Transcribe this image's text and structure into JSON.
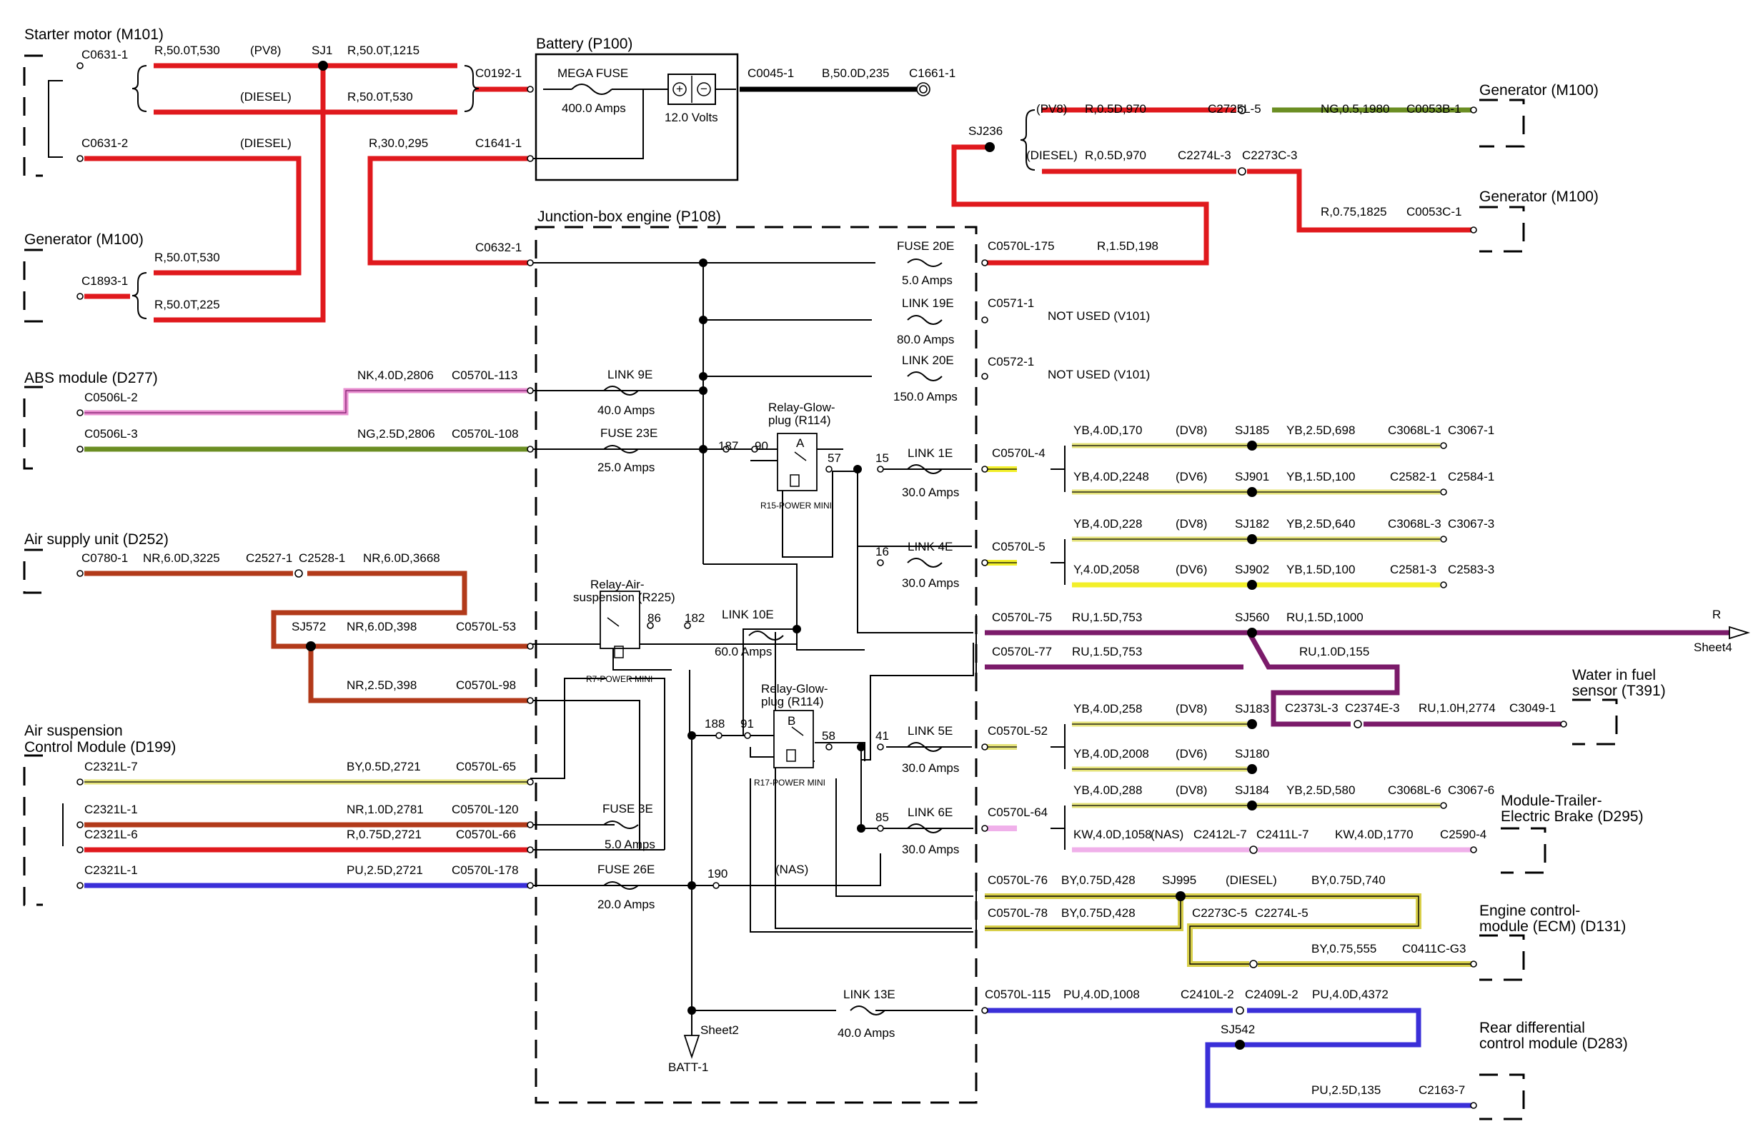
{
  "components": {
    "starter": "Starter motor (M101)",
    "generator_left": "Generator (M100)",
    "abs": "ABS module (D277)",
    "air_supply": "Air supply unit (D252)",
    "air_susp_1": "Air suspension",
    "air_susp_2": "Control Module (D199)",
    "battery": "Battery (P100)",
    "junction_box": "Junction-box engine (P108)",
    "generator_r1": "Generator (M100)",
    "generator_r2": "Generator (M100)",
    "water_1": "Water in fuel",
    "water_2": "sensor (T391)",
    "trailer_1": "Module-Trailer-",
    "trailer_2": "Electric Brake (D295)",
    "ecm_1": "Engine control-",
    "ecm_2": "module (ECM) (D131)",
    "rear_1": "Rear differential",
    "rear_2": "control module (D283)"
  },
  "left_labels": {
    "c0631_1": "C0631-1",
    "w_pv8": "R,50.0T,530",
    "pv8": "(PV8)",
    "sj1": "SJ1",
    "w_sj1": "R,50.0T,1215",
    "diesel1": "(DIESEL)",
    "w_diesel1": "R,50.0T,530",
    "c0192_1": "C0192-1",
    "c0631_2": "C0631-2",
    "diesel2": "(DIESEL)",
    "w_c1641": "R,30.0,295",
    "c1641_1": "C1641-1",
    "w_gen1": "R,50.0T,530",
    "c1893_1": "C1893-1",
    "w_gen2": "R,50.0T,225",
    "c0632_1": "C0632-1",
    "w_abs1": "NK,4.0D,2806",
    "c0570l_113": "C0570L-113",
    "c0506l_2": "C0506L-2",
    "c0506l_3": "C0506L-3",
    "w_abs2": "NG,2.5D,2806",
    "c0570l_108": "C0570L-108",
    "c0780_1": "C0780-1",
    "w_as1": "NR,6.0D,3225",
    "c2527": "C2527-1",
    "c2528": "C2528-1",
    "w_as2": "NR,6.0D,3668",
    "sj572": "SJ572",
    "w_as3": "NR,6.0D,398",
    "c0570l_53": "C0570L-53",
    "w_as4": "NR,2.5D,398",
    "c0570l_98": "C0570L-98",
    "c2321l_7": "C2321L-7",
    "w_s1": "BY,0.5D,2721",
    "c0570l_65": "C0570L-65",
    "c2321l_1a": "C2321L-1",
    "w_s2": "NR,1.0D,2781",
    "c0570l_120": "C0570L-120",
    "c2321l_6": "C2321L-6",
    "w_s3": "R,0.75D,2721",
    "c0570l_66": "C0570L-66",
    "c2321l_1b": "C2321L-1",
    "w_s4": "PU,2.5D,2721",
    "c0570l_178": "C0570L-178"
  },
  "battery": {
    "mega_fuse": "MEGA FUSE",
    "mega_amps": "400.0 Amps",
    "volts": "12.0 Volts",
    "c0045_1": "C0045-1",
    "w_batt": "B,50.0D,235",
    "c1661_1": "C1661-1"
  },
  "jbox": {
    "fuse20e": "FUSE 20E",
    "fuse20e_a": "5.0 Amps",
    "link19e": "LINK 19E",
    "link19e_a": "80.0 Amps",
    "link20e": "LINK 20E",
    "link20e_a": "150.0 Amps",
    "link9e": "LINK 9E",
    "link9e_a": "40.0 Amps",
    "fuse23e": "FUSE 23E",
    "fuse23e_a": "25.0 Amps",
    "relay_glow1_1": "Relay-Glow-",
    "relay_glow1_2": "plug (R114)",
    "r15": "R15-POWER MINI",
    "p187": "187",
    "p90": "90",
    "pa": "A",
    "p57": "57",
    "p15": "15",
    "link1e": "LINK 1E",
    "link1e_a": "30.0 Amps",
    "p16": "16",
    "link4e": "LINK 4E",
    "link4e_a": "30.0 Amps",
    "relay_air_1": "Relay-Air-",
    "relay_air_2": "suspension (R225)",
    "r7": "R7-POWER MINI",
    "p86": "86",
    "p182": "182",
    "link10e": "LINK 10E",
    "link10e_a": "60.0 Amps",
    "relay_glow2_1": "Relay-Glow-",
    "relay_glow2_2": "plug (R114)",
    "r17": "R17-POWER MINI",
    "p188": "188",
    "p91": "91",
    "pb": "B",
    "p58": "58",
    "p41": "41",
    "link5e": "LINK 5E",
    "link5e_a": "30.0 Amps",
    "p85": "85",
    "link6e": "LINK 6E",
    "link6e_a": "30.0 Amps",
    "fuse3e": "FUSE 3E",
    "fuse3e_a": "5.0 Amps",
    "fuse26e": "FUSE 26E",
    "fuse26e_a": "20.0 Amps",
    "p190": "190",
    "nas": "(NAS)",
    "link13e": "LINK 13E",
    "link13e_a": "40.0 Amps",
    "sheet2": "Sheet2",
    "batt1": "BATT-1"
  },
  "right_labels": {
    "sj236": "SJ236",
    "pv8": "(PV8)",
    "w_g1": "R,0.5D,970",
    "c2725l_5": "C2725L-5",
    "w_g2": "NG,0.5,1980",
    "c0053b_1": "C0053B-1",
    "diesel": "(DIESEL)",
    "w_g3": "R,0.5D,970",
    "c2274l_3": "C2274L-3",
    "c2273c_3": "C2273C-3",
    "w_g4": "R,0.75,1825",
    "c0053c_1": "C0053C-1",
    "c0570l_175": "C0570L-175",
    "w_175": "R,1.5D,198",
    "c0571_1": "C0571-1",
    "nu1": "NOT USED (V101)",
    "c0572_1": "C0572-1",
    "nu2": "NOT USED (V101)",
    "c0570l_4": "C0570L-4",
    "w_a1": "YB,4.0D,170",
    "dv8a": "(DV8)",
    "sj185": "SJ185",
    "w_a2": "YB,2.5D,698",
    "c3068l_1": "C3068L-1",
    "c3067_1": "C3067-1",
    "w_a3": "YB,4.0D,2248",
    "dv6a": "(DV6)",
    "sj901": "SJ901",
    "w_a4": "YB,1.5D,100",
    "c2582_1": "C2582-1",
    "c2584_1": "C2584-1",
    "c0570l_5": "C0570L-5",
    "w_b1": "YB,4.0D,228",
    "dv8b": "(DV8)",
    "sj182": "SJ182",
    "w_b2": "YB,2.5D,640",
    "c3068l_3": "C3068L-3",
    "c3067_3": "C3067-3",
    "w_b3": "Y,4.0D,2058",
    "dv6b": "(DV6)",
    "sj902": "SJ902",
    "w_b4": "YB,1.5D,100",
    "c2581_3": "C2581-3",
    "c2583_3": "C2583-3",
    "c0570l_75": "C0570L-75",
    "w_c1": "RU,1.5D,753",
    "sj560": "SJ560",
    "w_c2": "RU,1.5D,1000",
    "r": "R",
    "sheet4": "Sheet4",
    "c0570l_77": "C0570L-77",
    "w_c3": "RU,1.5D,753",
    "w_c4": "RU,1.0D,155",
    "c2373l_3": "C2373L-3",
    "c2374e_3": "C2374E-3",
    "w_c5": "RU,1.0H,2774",
    "c3049_1": "C3049-1",
    "c0570l_52": "C0570L-52",
    "w_d1": "YB,4.0D,258",
    "dv8c": "(DV8)",
    "sj183": "SJ183",
    "w_d2": "YB,4.0D,2008",
    "dv6c": "(DV6)",
    "sj180": "SJ180",
    "c0570l_64": "C0570L-64",
    "w_e1": "YB,4.0D,288",
    "dv8d": "(DV8)",
    "sj184": "SJ184",
    "w_e2": "YB,2.5D,580",
    "c3068l_6": "C3068L-6",
    "c3067_6": "C3067-6",
    "w_e3": "KW,4.0D,1058",
    "nas": "(NAS)",
    "c2412l_7": "C2412L-7",
    "c2411l_7": "C2411L-7",
    "w_e4": "KW,4.0D,1770",
    "c2590_4": "C2590-4",
    "c0570l_76": "C0570L-76",
    "w_f1": "BY,0.75D,428",
    "sj995": "SJ995",
    "diesel2": "(DIESEL)",
    "w_f2": "BY,0.75D,740",
    "c0570l_78": "C0570L-78",
    "w_f3": "BY,0.75D,428",
    "c2273c_5": "C2273C-5",
    "c2274l_5": "C2274L-5",
    "w_f4": "BY,0.75,555",
    "c0411c_g3": "C0411C-G3",
    "c0570l_115": "C0570L-115",
    "w_g5": "PU,4.0D,1008",
    "c2410l_2": "C2410L-2",
    "c2409l_2": "C2409L-2",
    "w_g6": "PU,4.0D,4372",
    "sj542": "SJ542",
    "w_g7": "PU,2.5D,135",
    "c2163_7": "C2163-7"
  },
  "colors": {
    "R": "#e0191d",
    "NR": "#b23a1a",
    "B": "#000000",
    "NG": "#6b8e23",
    "NK": "#e98fd0",
    "YB": "#e5e37a",
    "Y": "#f2ef2a",
    "RU": "#7b1b6a",
    "BY": "#d8cf4a",
    "KW": "#f0b0ea",
    "PU": "#3a2fd8"
  }
}
